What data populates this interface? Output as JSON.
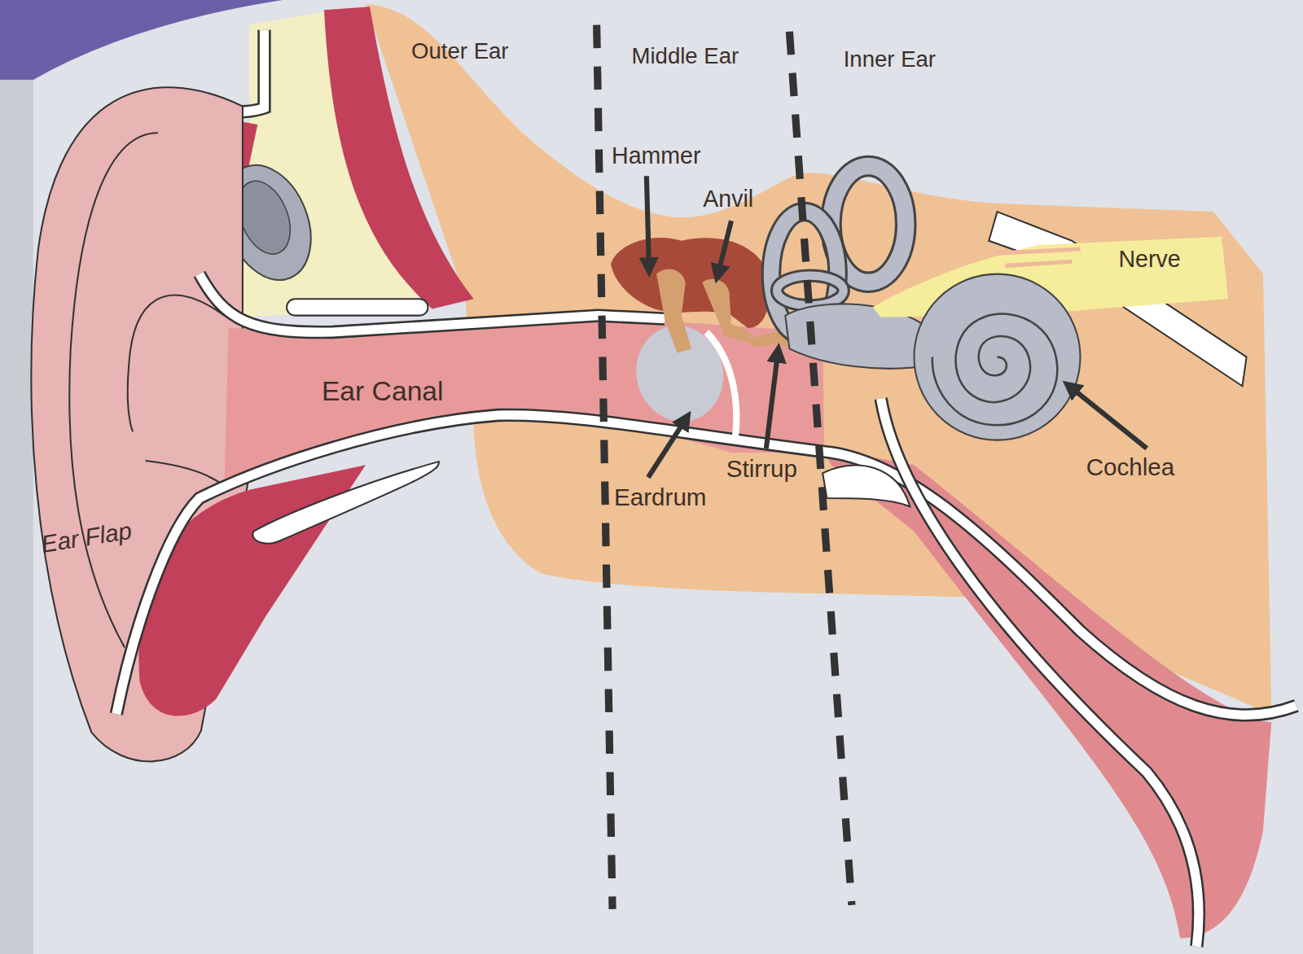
{
  "diagram": {
    "labels": [
      "Outer Ear",
      "Middle Ear",
      "Inner Ear",
      "Hammer",
      "Anvil",
      "Nerve",
      "Ear Canal",
      "Eardrum",
      "Stirrup",
      "Cochlea",
      "Ear Flap"
    ]
  }
}
